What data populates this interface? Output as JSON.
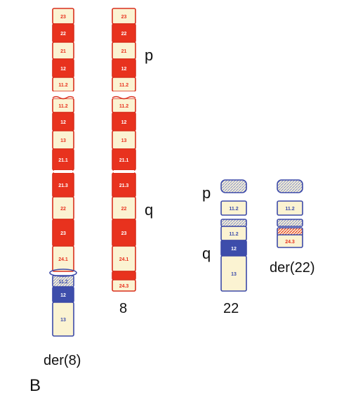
{
  "figure": {
    "panel_label": "B",
    "colors": {
      "red": "#e8321e",
      "cream": "#fbf3d2",
      "blue": "#3d4dab",
      "blue_light": "#8e9ad0",
      "outline_red": "#d92f1c",
      "outline_blue": "#3d4aa8"
    },
    "chromosomes": [
      {
        "name": "der(8)",
        "p_arm": "",
        "q_arm": "",
        "bands": [
          "23",
          "22",
          "21",
          "12",
          "11.2",
          "11.2",
          "12",
          "13",
          "21.1",
          "21.3",
          "22",
          "23",
          "24.1",
          "11.2",
          "12",
          "13"
        ]
      },
      {
        "name": "8",
        "p_arm": "p",
        "q_arm": "q",
        "bands": [
          "23",
          "22",
          "21",
          "12",
          "11.2",
          "11.2",
          "12",
          "13",
          "21.1",
          "21.3",
          "22",
          "23",
          "24.1",
          "24.3"
        ]
      },
      {
        "name": "22",
        "p_arm": "p",
        "q_arm": "q",
        "bands": [
          "11.2",
          "11.2",
          "12",
          "13"
        ]
      },
      {
        "name": "der(22)",
        "p_arm": "",
        "q_arm": "",
        "bands": [
          "11.2",
          "24.3"
        ]
      }
    ]
  }
}
